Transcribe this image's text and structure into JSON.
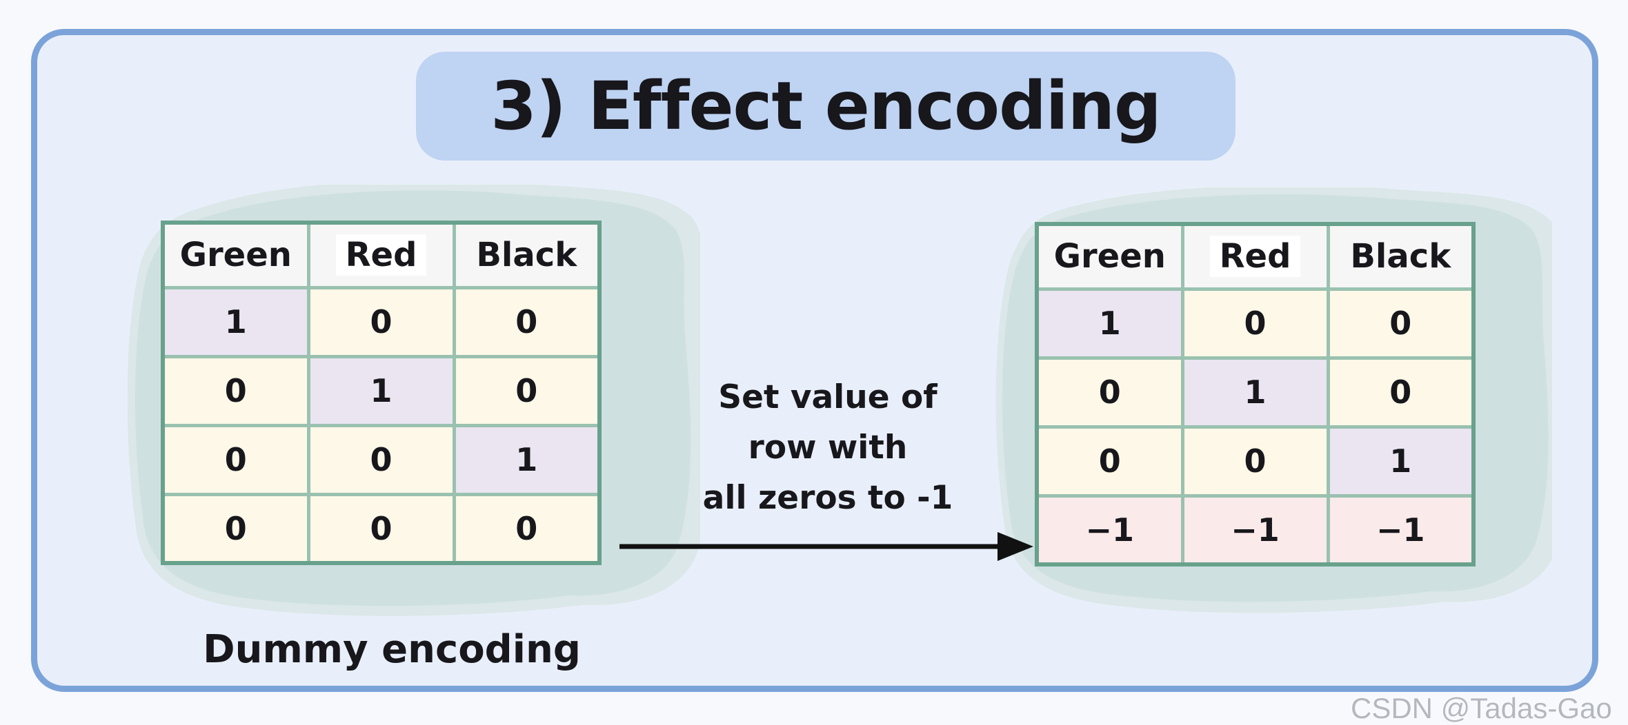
{
  "title": "3) Effect encoding",
  "annotation": {
    "lines": [
      "Set value of",
      "row with",
      "all zeros to -1"
    ]
  },
  "left_table": {
    "caption": "Dummy encoding",
    "columns": [
      "Green",
      "Red",
      "Black"
    ],
    "rows": [
      [
        "1",
        "0",
        "0"
      ],
      [
        "0",
        "1",
        "0"
      ],
      [
        "0",
        "0",
        "1"
      ],
      [
        "0",
        "0",
        "0"
      ]
    ]
  },
  "right_table": {
    "columns": [
      "Green",
      "Red",
      "Black"
    ],
    "rows": [
      [
        "1",
        "0",
        "0"
      ],
      [
        "0",
        "1",
        "0"
      ],
      [
        "0",
        "0",
        "1"
      ],
      [
        "−1",
        "−1",
        "−1"
      ]
    ]
  },
  "watermark": "CSDN @Tadas-Gao",
  "colors": {
    "page_bg": "#f7f9fc",
    "panel_bg": "#e9effa",
    "panel_border": "#7ba3d9",
    "badge_bg": "#bfd3f2",
    "blob": "#cfe0e1",
    "blob_light": "#dbe7e8",
    "table_border": "#68a18c",
    "grid_line": "#9ac1b0",
    "header_bg": "#f6f6f7",
    "cell_default": "#fdf8e7",
    "cell_highlight": "#eae5f1",
    "cell_negative": "#fbeaea",
    "text": "#17171c",
    "arrow": "#111111",
    "watermark": "#b4b8be"
  }
}
